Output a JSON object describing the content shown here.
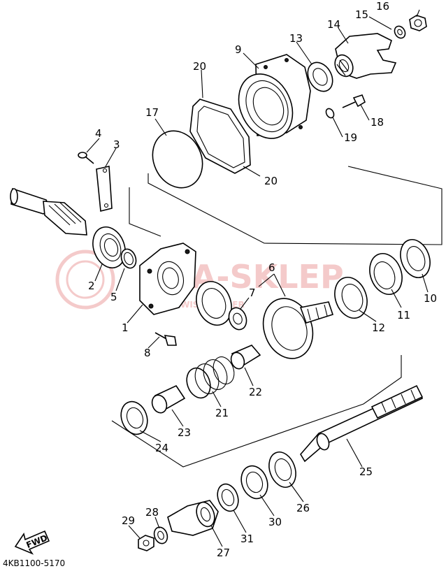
{
  "diagram": {
    "drawing_code": "4KB1100-5170",
    "direction_label": "FWD",
    "watermark": {
      "text": "MA-SKLEP",
      "subtext": "SERWIS | DEALER",
      "color": "#e06a6a"
    },
    "labels": {
      "p1": "1",
      "p2": "2",
      "p3": "3",
      "p4": "4",
      "p5": "5",
      "p6": "6",
      "p7": "7",
      "p8": "8",
      "p9": "9",
      "p10": "10",
      "p11": "11",
      "p12": "12",
      "p13": "13",
      "p14": "14",
      "p15": "15",
      "p16": "16",
      "p17": "17",
      "p18": "18",
      "p19": "19",
      "p20a": "20",
      "p20b": "20",
      "p21": "21",
      "p22": "22",
      "p23": "23",
      "p24": "24",
      "p25": "25",
      "p26": "26",
      "p27": "27",
      "p28": "28",
      "p29": "29",
      "p30": "30",
      "p31": "31"
    }
  }
}
